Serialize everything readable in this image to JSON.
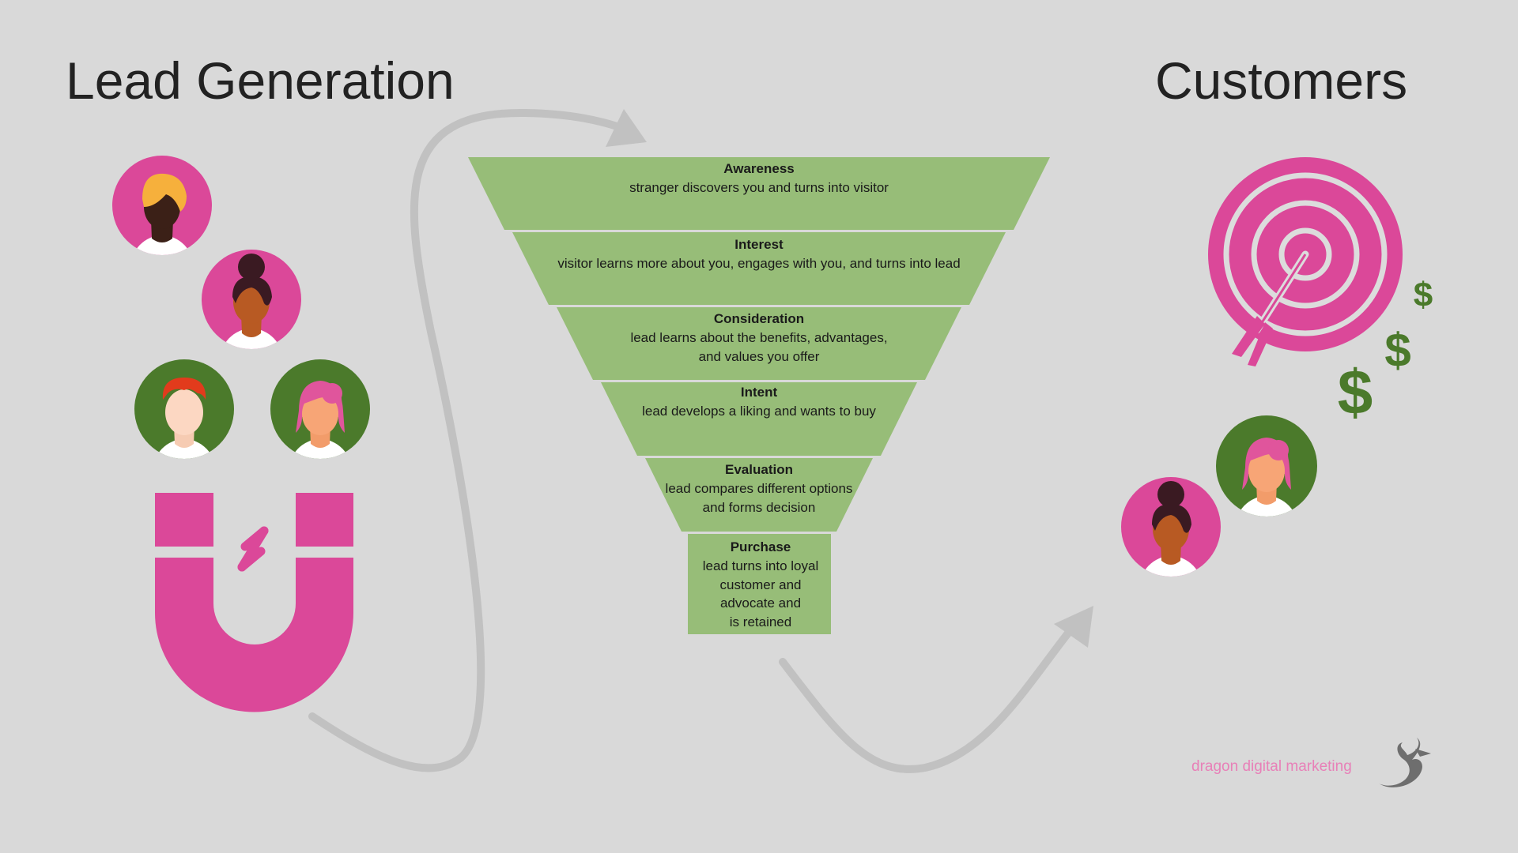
{
  "titles": {
    "left": "Lead Generation",
    "right": "Customers"
  },
  "funnel": {
    "fill_color": "#97bd78",
    "stages": [
      {
        "name": "Awareness",
        "description": [
          "stranger discovers you and turns into visitor"
        ]
      },
      {
        "name": "Interest",
        "description": [
          "visitor learns more about you, engages with you, and turns into lead"
        ]
      },
      {
        "name": "Consideration",
        "description": [
          "lead learns about the benefits, advantages,",
          "and values you offer"
        ]
      },
      {
        "name": "Intent",
        "description": [
          "lead develops a liking and wants to buy"
        ]
      },
      {
        "name": "Evaluation",
        "description": [
          "lead compares different options",
          "and forms decision"
        ]
      },
      {
        "name": "Purchase",
        "description": [
          "lead turns into loyal",
          "customer and",
          "advocate and",
          "is retained"
        ]
      }
    ]
  },
  "brand": {
    "text": "dragon digital marketing",
    "logo_icon": "dragon-logo-icon"
  },
  "colors": {
    "pink": "#db4899",
    "green": "#4b7a2b",
    "arrow_gray": "#c1c1c1",
    "background": "#d9d9d9"
  },
  "icons": {
    "magnet": "magnet-icon",
    "target": "target-icon",
    "dollar": "dollar-icon",
    "avatar": "person-avatar-icon"
  }
}
